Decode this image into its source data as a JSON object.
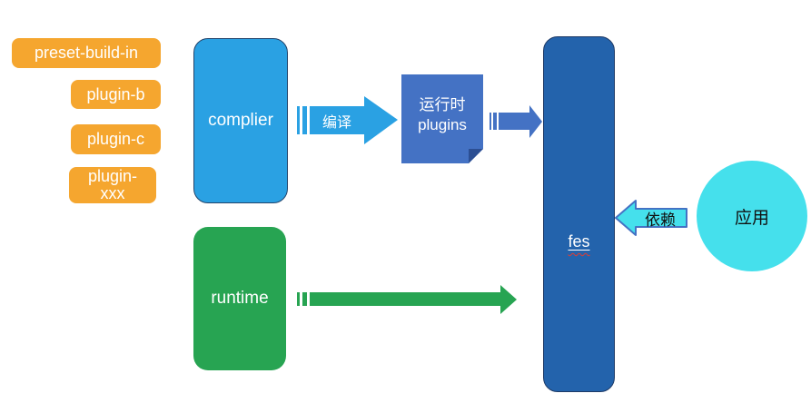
{
  "diagram": {
    "plugin_chips": [
      {
        "label": "preset-build-in"
      },
      {
        "label": "plugin-b"
      },
      {
        "label": "plugin-c"
      },
      {
        "label": "plugin-xxx"
      }
    ],
    "compiler": {
      "label": "complier"
    },
    "runtime": {
      "label": "runtime"
    },
    "compile_arrow": {
      "label": "编译"
    },
    "runtime_plugins": {
      "line1": "运行时",
      "line2": "plugins"
    },
    "fes": {
      "label": "fes"
    },
    "depend_arrow": {
      "label": "依赖"
    },
    "app": {
      "label": "应用"
    },
    "colors": {
      "canvas": "#FFFFFF",
      "orange": "#F5A62F",
      "light_blue": "#2AA1E3",
      "mid_blue": "#4472C4",
      "mid_blue_dark": "#2C4F93",
      "dark_blue": "#2363AC",
      "green": "#27A452",
      "cyan": "#45E0EC"
    }
  }
}
